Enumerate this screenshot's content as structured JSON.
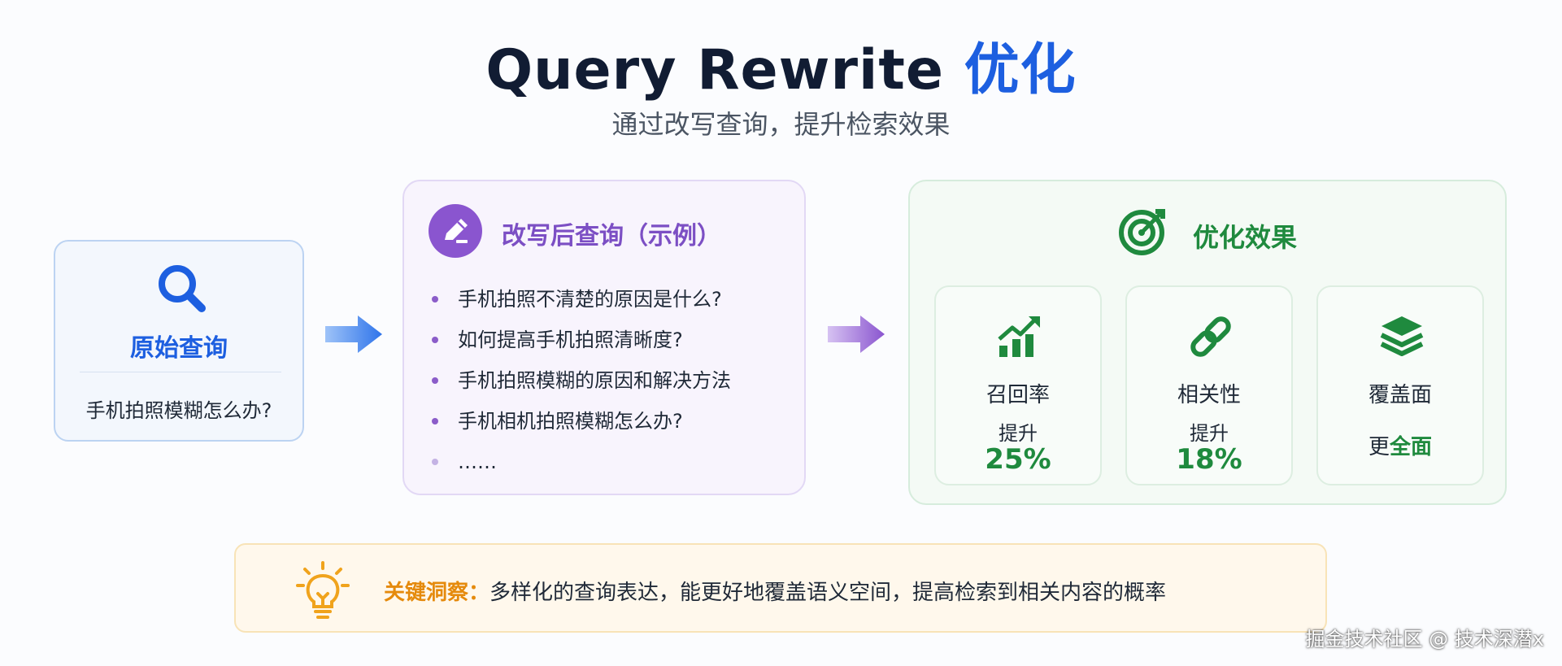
{
  "header": {
    "title_main": "Query Rewrite ",
    "title_accent": "优化",
    "subtitle": "通过改写查询，提升检索效果"
  },
  "original": {
    "heading": "原始查询",
    "query": "手机拍照模糊怎么办?",
    "icon": "search-icon"
  },
  "rewritten": {
    "heading": "改写后查询（示例）",
    "icon": "edit-pen-icon",
    "items": [
      "手机拍照不清楚的原因是什么?",
      "如何提高手机拍照清晰度?",
      "手机拍照模糊的原因和解决方法",
      "手机相机拍照模糊怎么办?",
      "……"
    ]
  },
  "results": {
    "heading": "优化效果",
    "icon": "target-icon",
    "metrics": [
      {
        "label": "召回率",
        "sub": "提升",
        "value": "25%",
        "icon": "trend-up-bar-icon"
      },
      {
        "label": "相关性",
        "sub": "提升",
        "value": "18%",
        "icon": "link-icon"
      },
      {
        "label": "覆盖面",
        "prefix": "更",
        "emph": "全面",
        "icon": "layers-icon"
      }
    ]
  },
  "insight": {
    "key": "关键洞察：",
    "text": "多样化的查询表达，能更好地覆盖语义空间，提高检索到相关内容的概率",
    "icon": "lightbulb-icon"
  },
  "watermark": "掘金技术社区 @ 技术深潜x",
  "colors": {
    "blue": "#1d5fe0",
    "purple": "#7c4fc4",
    "green": "#1f8a3e",
    "orange": "#e58a0c"
  }
}
